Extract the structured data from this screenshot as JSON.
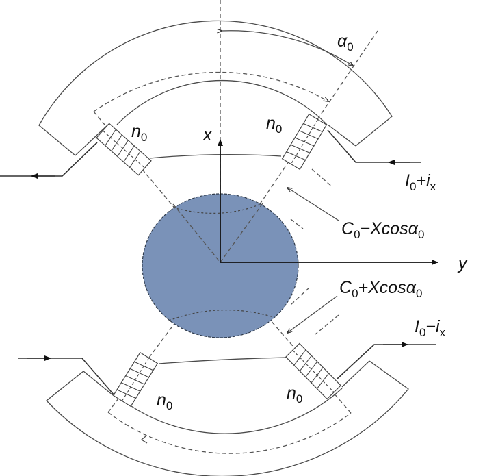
{
  "diagram": {
    "labels": {
      "alpha": {
        "main": "α",
        "sub": "0"
      },
      "x_axis": "x",
      "y_axis": "y",
      "turns_top_left": {
        "main": "n",
        "sub": "0"
      },
      "turns_top_right": {
        "main": "n",
        "sub": "0"
      },
      "turns_bottom_left": {
        "main": "n",
        "sub": "0"
      },
      "turns_bottom_right": {
        "main": "n",
        "sub": "0"
      },
      "current_top": {
        "main": "I",
        "sub": "0",
        "op": "+",
        "main2": "i",
        "sub2": "x"
      },
      "current_bottom": {
        "main": "I",
        "sub": "0",
        "op": "−",
        "main2": "i",
        "sub2": "x"
      },
      "gap_top": {
        "main": "C",
        "sub": "0",
        "rest": "−Xcosα",
        "sub2": "0"
      },
      "gap_bottom": {
        "main": "C",
        "sub": "0",
        "rest": "+Xcosα",
        "sub2": "0"
      }
    },
    "colors": {
      "rotor": "#7a92b8",
      "line": "#4a4a4a"
    }
  }
}
